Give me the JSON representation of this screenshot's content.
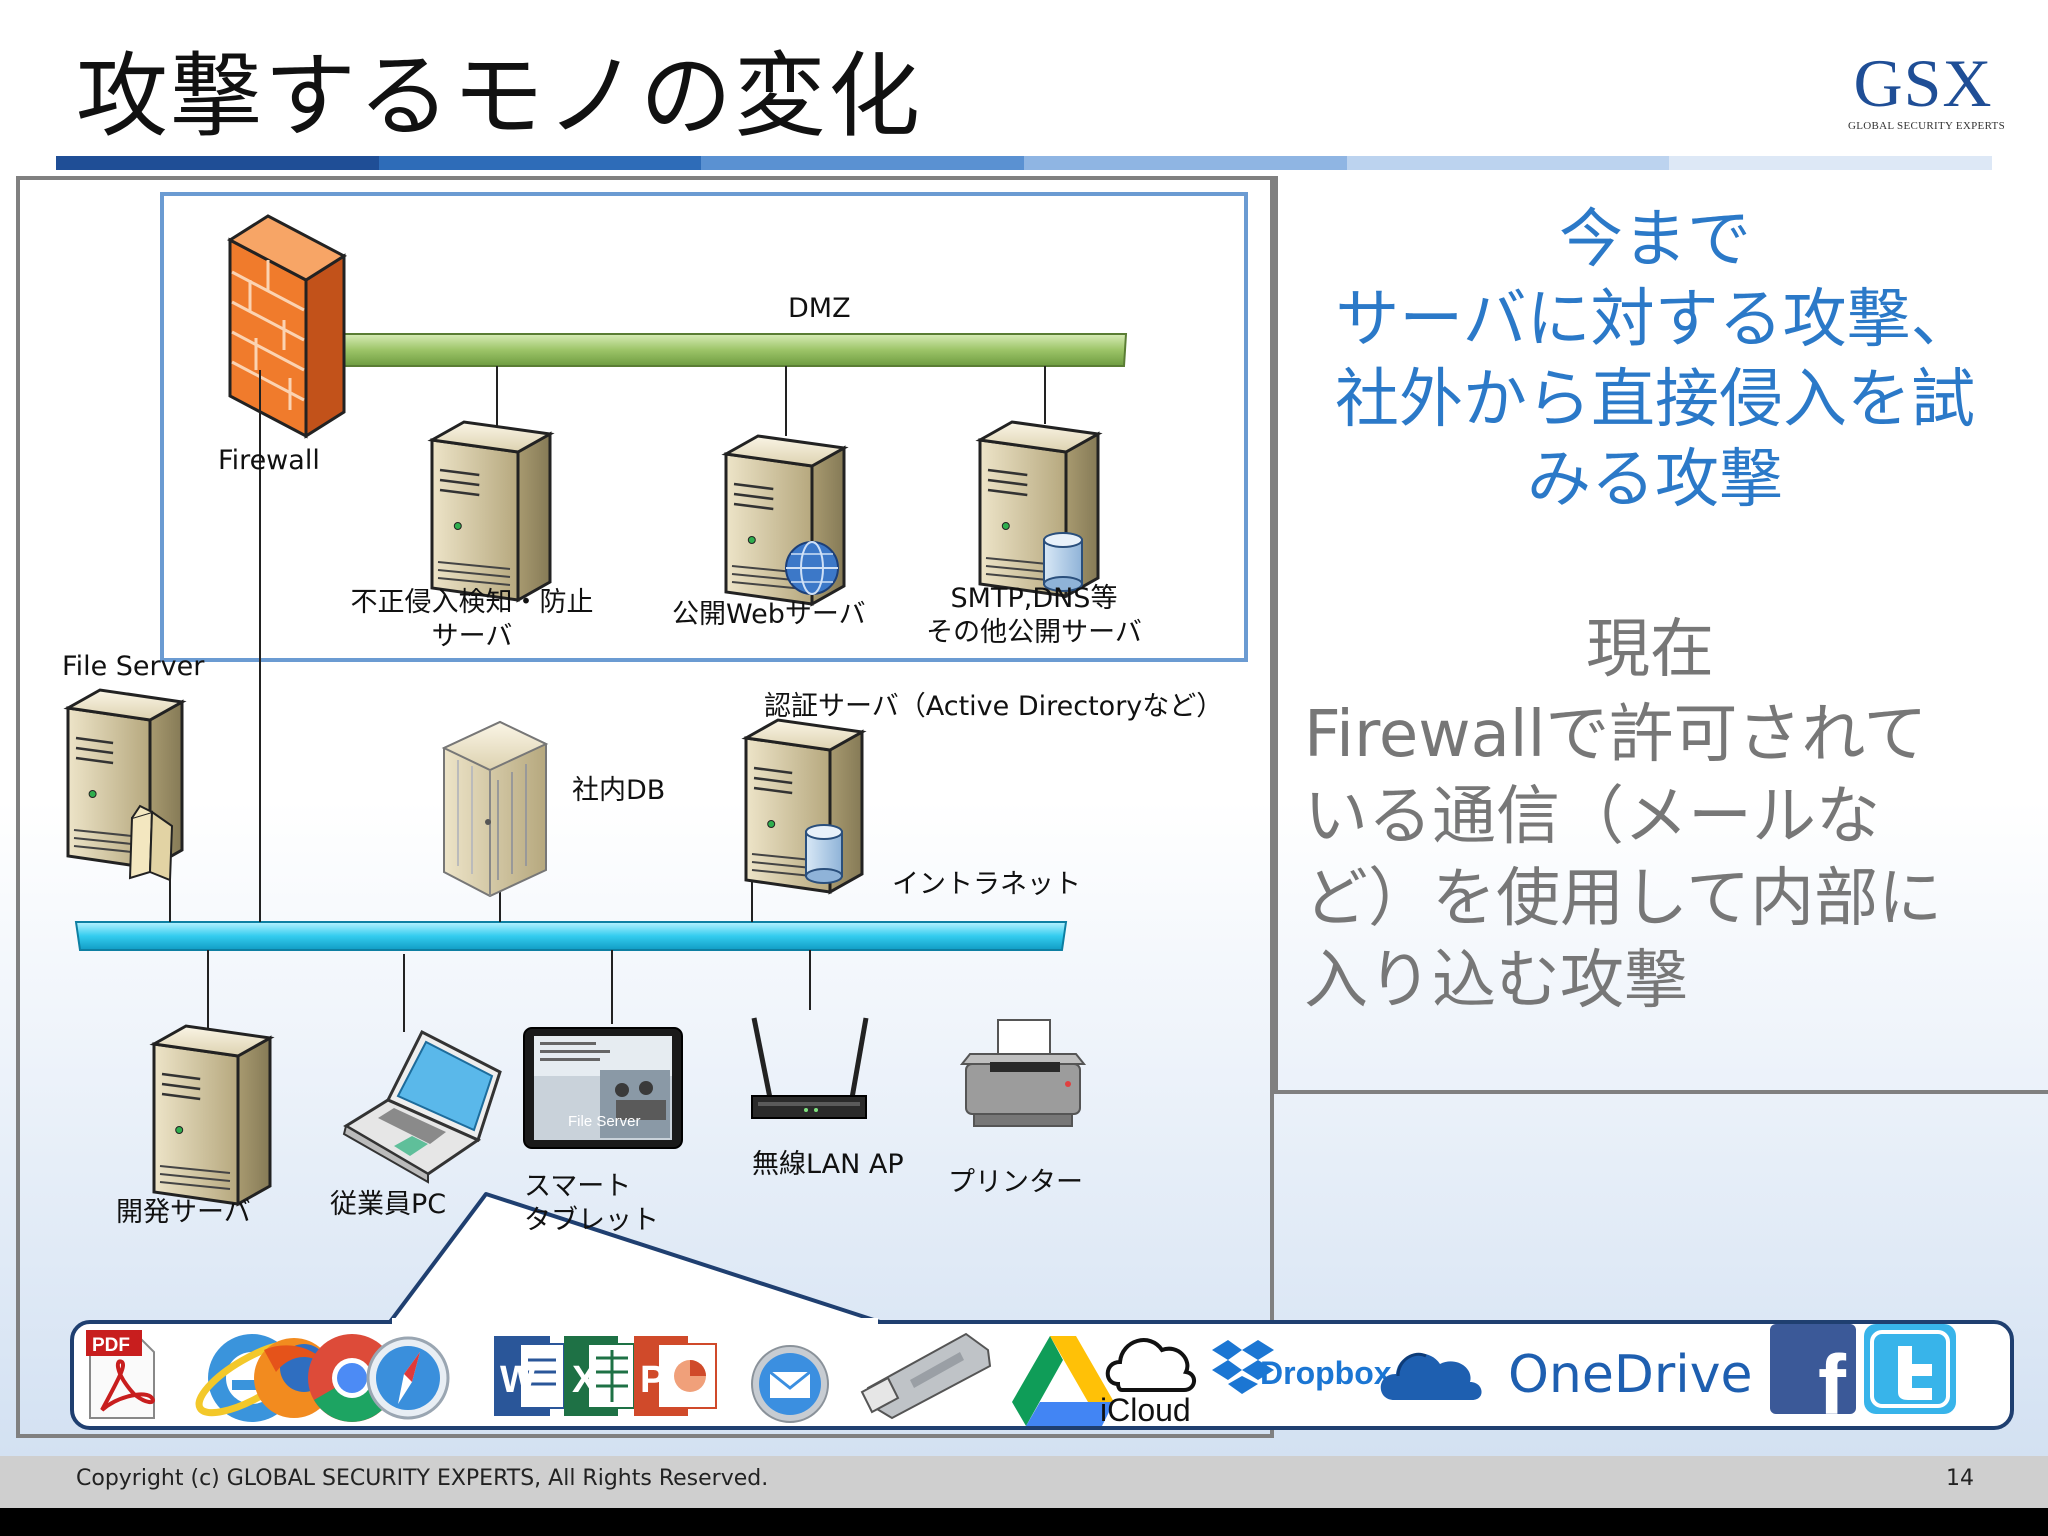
{
  "slide": {
    "title": "攻撃するモノの変化",
    "logo": {
      "main": "GSX",
      "sub": "GLOBAL SECURITY EXPERTS"
    },
    "header_bar_colors": [
      "#1f4e96",
      "#2e6cb8",
      "#5a91d2",
      "#8fb5e3",
      "#bcd3ef",
      "#dde8f6"
    ]
  },
  "diagram": {
    "dmz_label": "DMZ",
    "firewall_label": "Firewall",
    "ids_server_label_line1": "不正侵入検知・防止",
    "ids_server_label_line2": "サーバ",
    "web_server_label": "公開Webサーバ",
    "smtp_server_label_line1": "SMTP,DNS等",
    "smtp_server_label_line2": "その他公開サーバ",
    "file_server_label": "File Server",
    "db_label": "社内DB",
    "auth_server_label": "認証サーバ（Active Directoryなど）",
    "intranet_label": "イントラネット",
    "dev_server_label": "開発サーバ",
    "employee_pc_label": "従業員PC",
    "tablet_label_line1": "スマート",
    "tablet_label_line2": "タブレット",
    "tablet_screen_text": "File Server",
    "wireless_ap_label": "無線LAN AP",
    "printer_label": "プリンター"
  },
  "app_icons": {
    "pdf_label": "PDF",
    "word_label": "W",
    "excel_label": "X",
    "powerpoint_label": "P",
    "icloud_label": "iCloud",
    "dropbox_label": "Dropbox",
    "onedrive_label": "OneDrive",
    "facebook_label": "f",
    "items": [
      "pdf-icon",
      "ie-icon",
      "firefox-icon",
      "chrome-icon",
      "safari-icon",
      "word-icon",
      "excel-icon",
      "powerpoint-icon",
      "mail-icon",
      "usb-drive-icon",
      "google-drive-icon",
      "icloud-icon",
      "dropbox-icon",
      "onedrive-icon",
      "facebook-icon",
      "twitter-icon"
    ]
  },
  "notes": {
    "past_lines": [
      "今まで",
      "サーバに対する攻撃、",
      "社外から直接侵入を試",
      "みる攻撃"
    ],
    "present_title": "現在",
    "present_lines": [
      "Firewallで許可されて",
      "いる通信（メールな",
      "ど）を使用して内部に",
      "入り込む攻撃"
    ]
  },
  "footer": {
    "copyright": "Copyright (c) GLOBAL SECURITY EXPERTS, All Rights Reserved.",
    "page_number": "14"
  }
}
